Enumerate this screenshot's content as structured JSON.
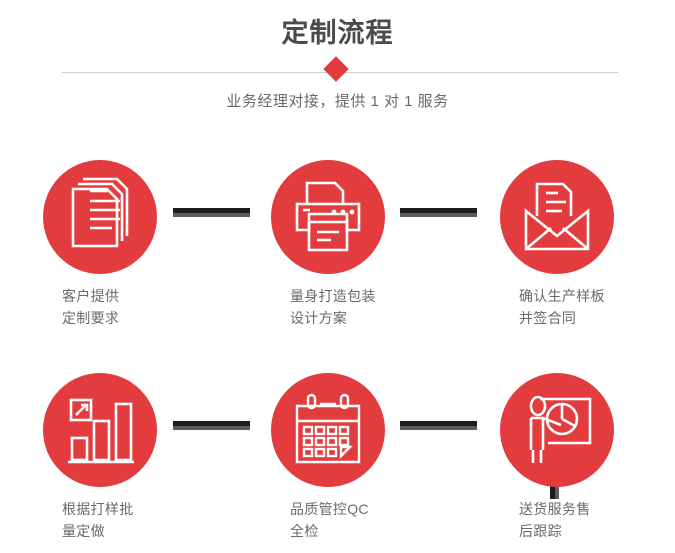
{
  "header": {
    "title": "定制流程",
    "subtitle": "业务经理对接，提供 1 对 1 服务",
    "accent_color": "#e23c3f",
    "title_color": "#4b4b4b",
    "subtitle_color": "#6a6a6a",
    "divider_color": "#cfcfcf",
    "diamond_shape": "diamond-marker"
  },
  "flow": {
    "connector_dark": "#1d1d1d",
    "connector_light": "#5c5c5c",
    "rows": [
      {
        "steps": [
          {
            "icon": "documents-stack-icon",
            "label": "客户提供\n定制要求"
          },
          {
            "icon": "printer-icon",
            "label": "量身打造包装\n设计方案"
          },
          {
            "icon": "envelope-document-icon",
            "label": "确认生产样板\n并签合同"
          }
        ]
      },
      {
        "steps": [
          {
            "icon": "bar-chart-growth-icon",
            "label": "根据打样批\n量定做"
          },
          {
            "icon": "calendar-check-icon",
            "label": "品质管控QC\n全检"
          },
          {
            "icon": "presenter-pie-chart-icon",
            "label": "送货服务售\n后跟踪"
          }
        ]
      }
    ]
  }
}
